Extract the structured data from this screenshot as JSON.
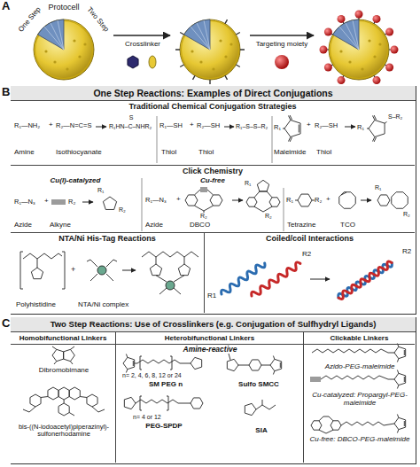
{
  "diagram": {
    "nodes": [
      {
        "text": [
          "One Step Reactions: Examples of Direct Conjugations"
        ]
      },
      {
        "text": [
          "Traditional Chemical Conjugation Strategies"
        ],
        "in": 0
      },
      {
        "text": [
          "Click Chemistry"
        ],
        "in": 0
      },
      {
        "text": [
          "NTA/Ni His-Tag Reactions"
        ],
        "in": 0
      },
      {
        "text": [
          "Coiled/coil Interactions"
        ],
        "in": 0
      },
      {
        "text": [
          "Two Step Reactions: Use of Crosslinkers (e.g. Conjugation of Sulfhydryl Ligands)"
        ]
      },
      {
        "text": [
          "Homobifunctional Linkers"
        ],
        "in": 5
      },
      {
        "text": [
          "Heterobifunctional Linkers"
        ],
        "in": 5
      },
      {
        "text": [
          "Clickable Linkers"
        ],
        "in": 5
      }
    ],
    "labels": [
      "A",
      "Protocell",
      "One Step",
      "Two Step",
      "Crosslinker",
      "Targeting moiety",
      "B",
      "R₁—NH₂",
      "+",
      "R₂—N=C=S",
      "S",
      "R₁HN–C–NHR₂",
      "Amine",
      "Isothiocyanate",
      "R₁—SH",
      "+",
      "R₂—SH",
      "R₁–S–S–R₂",
      "Thiol",
      "Thiol",
      "R₁",
      "+",
      "R₂—SH",
      "R₁",
      "S–R₂",
      "Maleimide",
      "Thiol",
      "Cu(I)-catalyzed",
      "Cu-free",
      "R₁—N₃",
      "+",
      "R₂",
      "R₁",
      "R₂",
      "Azide",
      "Alkyne",
      "R₁—N₃",
      "+",
      "R₂",
      "R₁",
      "R₂",
      "Azide",
      "DBCO",
      "R₁",
      "R₂",
      "+",
      "R₁",
      "R₂",
      "Tetrazine",
      "TCO",
      "+",
      "Polyhistidine",
      "NTA/Ni complex",
      "R1",
      "R2",
      "R2",
      "C",
      "Dibromobimane",
      "bis-((N-iodoacetyl)piperazinyl)- sulfonerhodamine",
      "Amine-reactive",
      "n= 2, 4, 6, 8, 12 or 24",
      "SM PEG n",
      "Sulfo SMCC",
      "n= 4 or 12",
      "PEG-SPDP",
      "SIA",
      "Azido-PEG-maleimide",
      "Cu-catalyzed: Propargyl-PEG-maleimide",
      "Cu-free: DBCO-PEG-maleimide"
    ]
  }
}
